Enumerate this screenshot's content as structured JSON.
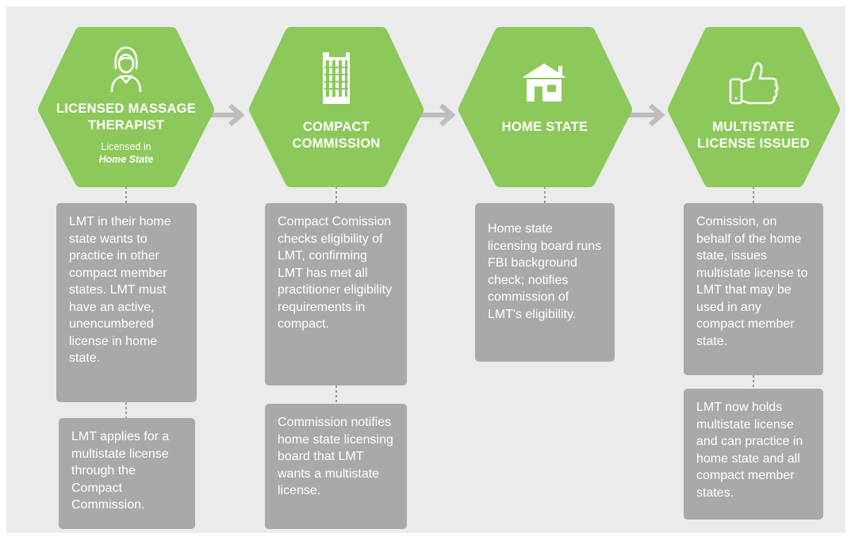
{
  "colors": {
    "background": "#ebebeb",
    "hexagon": "#8cc85a",
    "box": "#a9a9ab",
    "arrow": "#bdbdbd",
    "text": "#ffffff"
  },
  "steps": [
    {
      "icon": "therapist-icon",
      "title": "LICENSED MASSAGE THERAPIST",
      "subtitle": "Licensed in",
      "subtitle_emphasis": "Home State",
      "boxes": [
        "LMT in their home state wants to practice in other compact member states. LMT must have an active, unencumbered license in home state.",
        "LMT applies for a multistate license through the Compact Commission."
      ]
    },
    {
      "icon": "building-icon",
      "title": "COMPACT COMMISSION",
      "boxes": [
        "Compact Comission checks eligibility of LMT, confirming LMT has met all practitioner eligibility requirements in compact.",
        "Commission notifies home state licensing board that LMT wants a multistate license."
      ]
    },
    {
      "icon": "house-icon",
      "title": "HOME STATE",
      "boxes": [
        "Home state licensing board runs FBI background check; notifies commission of LMT's eligibility."
      ]
    },
    {
      "icon": "thumbs-up-icon",
      "title": "MULTISTATE LICENSE ISSUED",
      "boxes": [
        "Comission, on behalf of the home state, issues multistate license to LMT that may be used in any compact member state.",
        "LMT now holds multistate license and can practice in home state and all compact member states."
      ]
    }
  ]
}
